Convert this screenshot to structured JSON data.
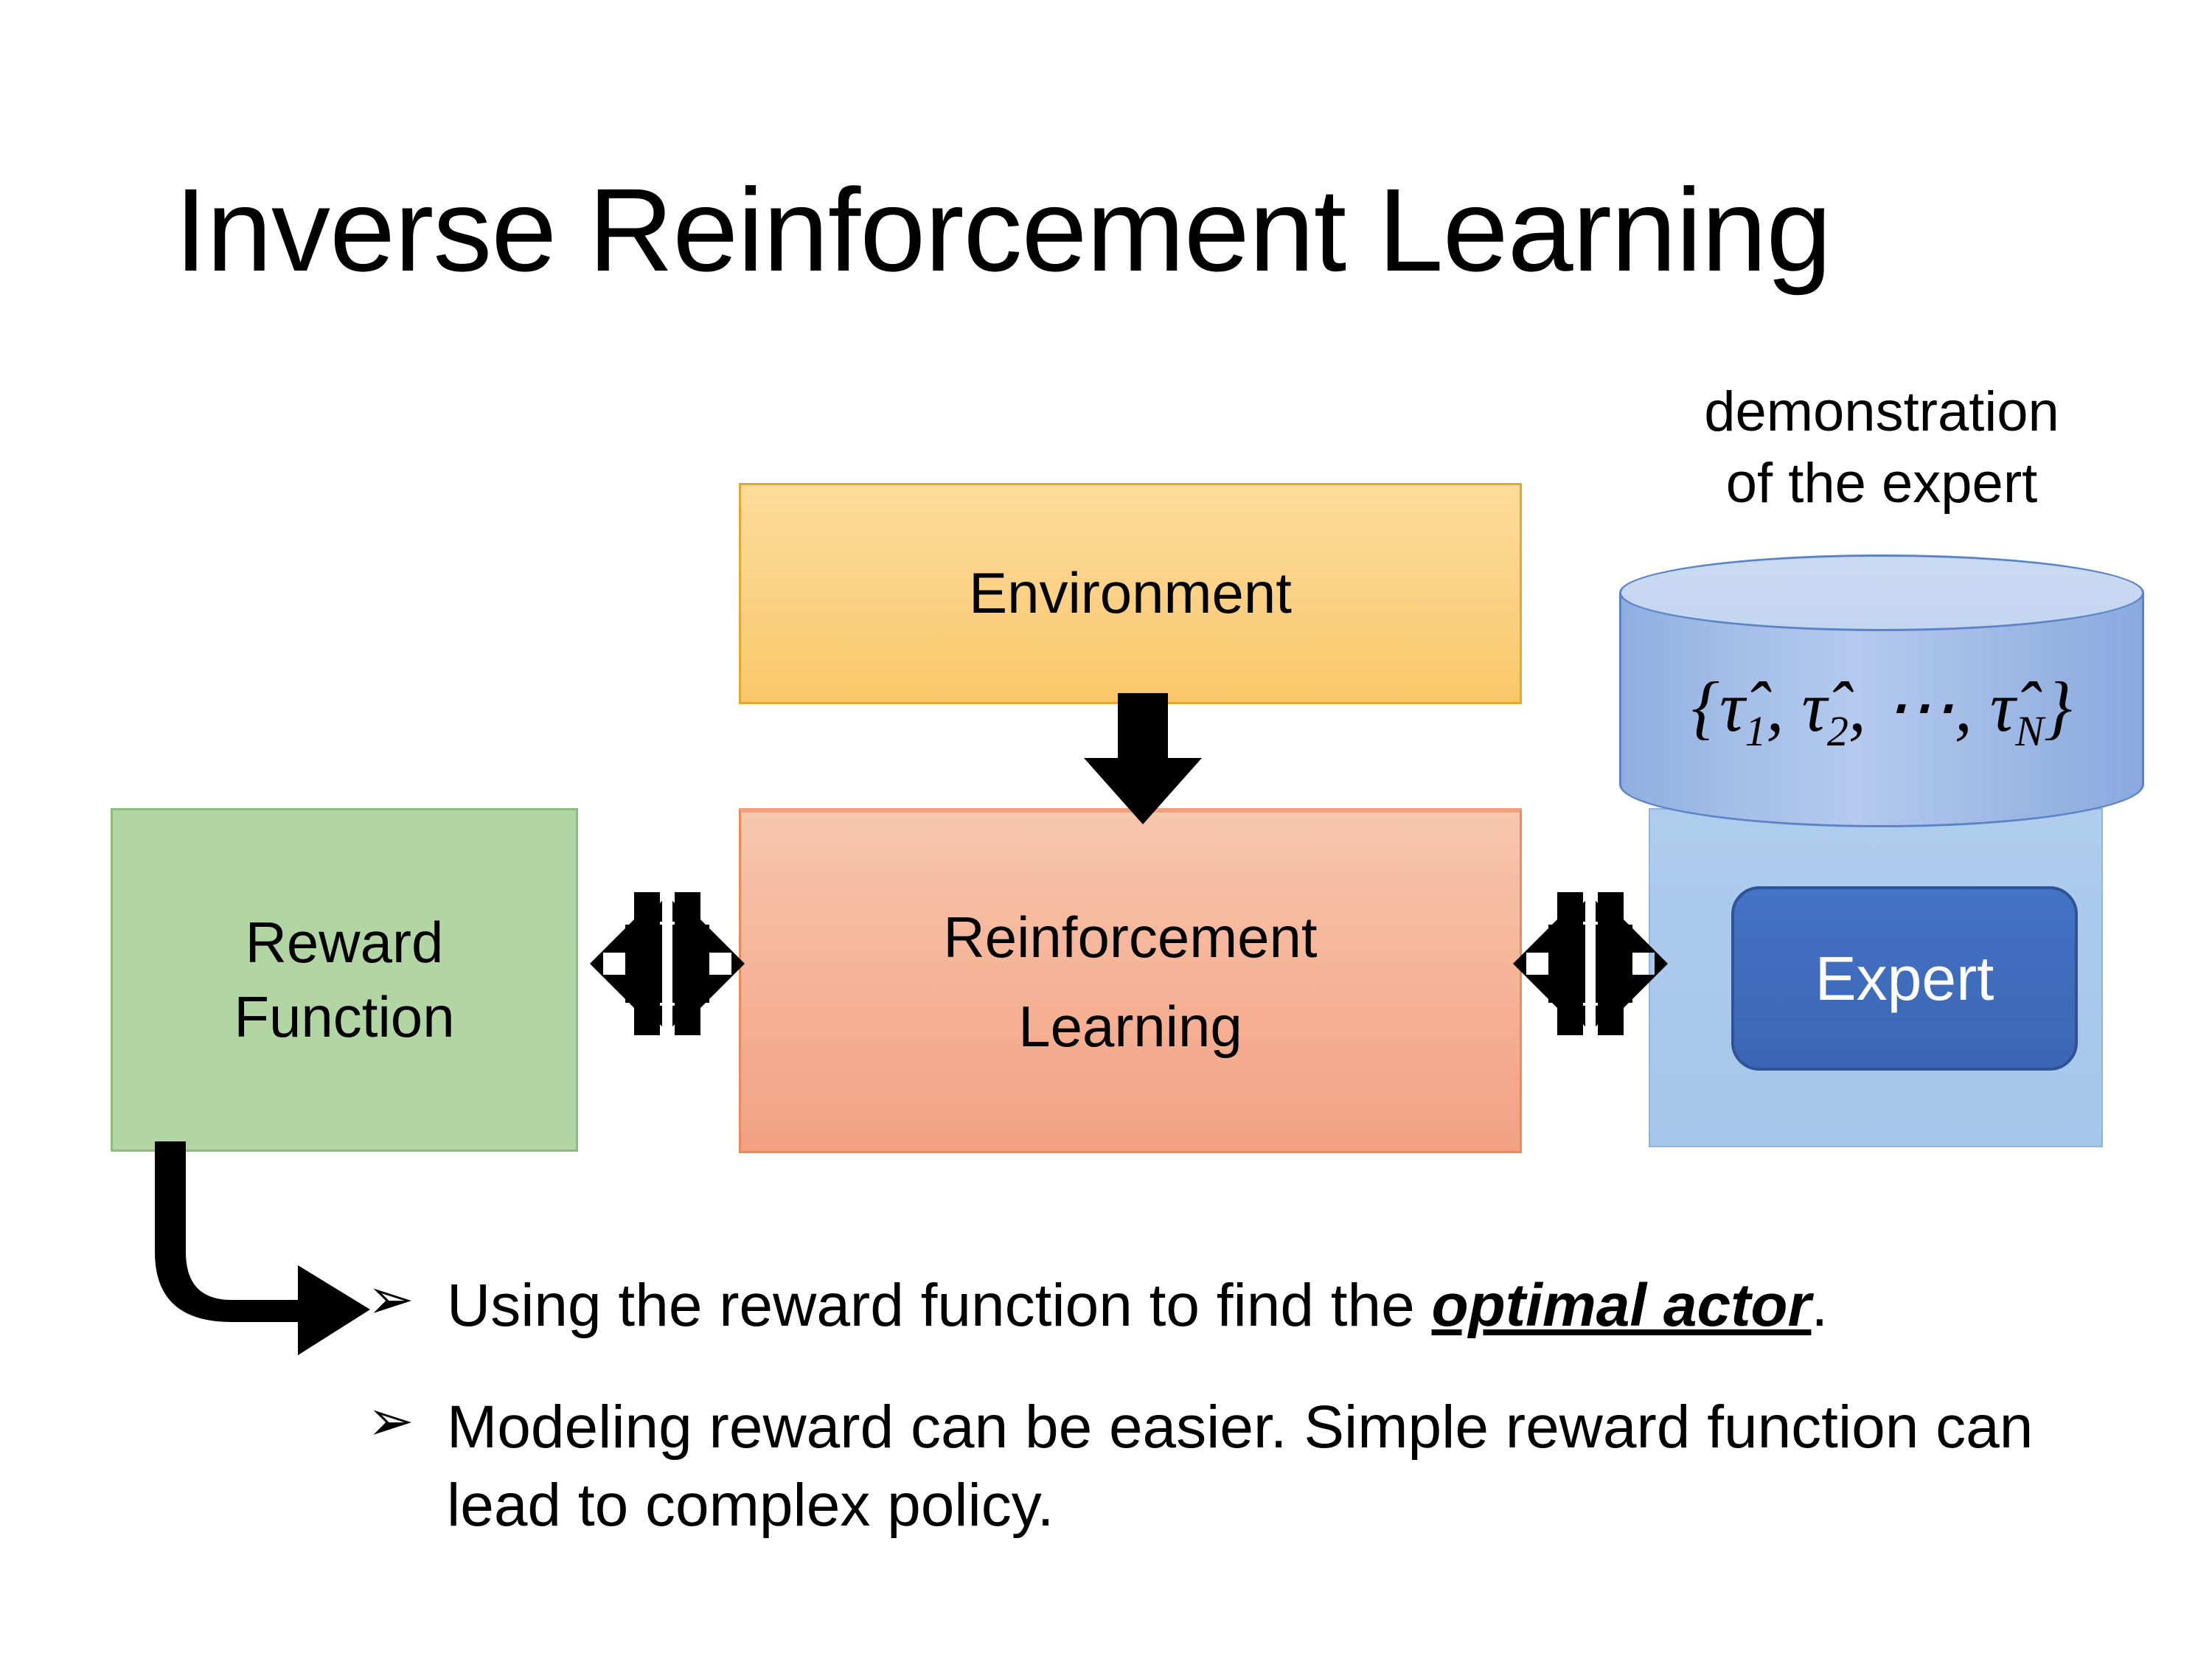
{
  "slide": {
    "title": "Inverse Reinforcement Learning",
    "background_color": "#FFFFFF"
  },
  "diagram": {
    "environment_box": {
      "label": "Environment",
      "fill_color": "#FBD083",
      "border_color": "#E8A72C"
    },
    "reward_box": {
      "line1": "Reward",
      "line2": "Function",
      "fill_color": "#B2D5A4",
      "border_color": "#8FBC7E"
    },
    "rl_box": {
      "line1": "Reinforcement",
      "line2": "Learning",
      "fill_color": "#F4AD90",
      "border_color": "#EF8A57"
    },
    "expert_panel": {
      "fill_color": "#A9C8EB"
    },
    "expert_box": {
      "label": "Expert",
      "fill_color": "#4472C4",
      "border_color": "#2E5496",
      "text_color": "#FFFFFF"
    },
    "demonstration": {
      "caption_line1": "demonstration",
      "caption_line2": "of the expert",
      "cylinder_formula_open": "{",
      "cylinder_formula_tau1": "τ̂",
      "cylinder_formula_sub1": "1",
      "cylinder_formula_sep1": ", ",
      "cylinder_formula_tau2": "τ̂",
      "cylinder_formula_sub2": "2",
      "cylinder_formula_sep2": ", ⋯, ",
      "cylinder_formula_tauN": "τ̂",
      "cylinder_formula_subN": "N",
      "cylinder_formula_close": "}",
      "cylinder_fill_color": "#A4BEE8",
      "cylinder_border_color": "#5B84C8"
    },
    "arrows": {
      "environment_to_rl": "down-arrow-icon",
      "reward_rl_bidirectional": "quad-arrow-icon",
      "rl_expert_bidirectional": "quad-arrow-icon",
      "reward_to_bullets": "bent-elbow-arrow-icon",
      "color": "#000000"
    }
  },
  "bullets": {
    "marker_glyph": "➢",
    "items": [
      {
        "text_before": "Using the reward function to find the ",
        "emphasis": "optimal actor",
        "text_after": "."
      },
      {
        "text_before": "Modeling reward can be easier. Simple reward function can lead to complex policy.",
        "emphasis": "",
        "text_after": ""
      }
    ]
  }
}
